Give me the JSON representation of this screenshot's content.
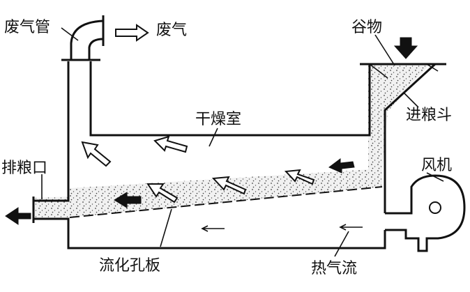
{
  "labels": {
    "exhaust_pipe": "废气管",
    "exhaust_gas": "废气",
    "grain": "谷物",
    "drying_chamber": "干燥室",
    "feed_hopper": "进粮斗",
    "discharge_port": "排粮口",
    "fan": "风机",
    "fluidizing_plate": "流化孔板",
    "hot_air": "热气流"
  }
}
